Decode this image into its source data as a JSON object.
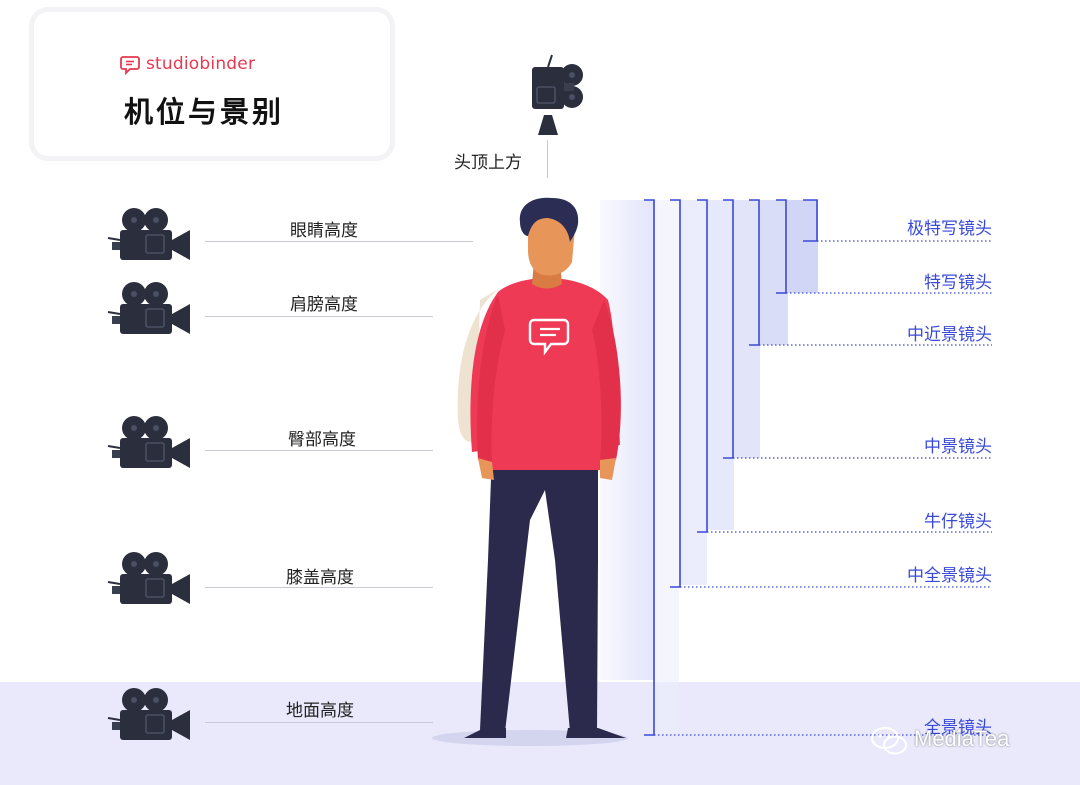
{
  "brand": {
    "name": "studiobinder",
    "color": "#e8384f"
  },
  "title": "机位与景别",
  "camera_heights": [
    {
      "label": "头顶上方",
      "icon": "overhead-camera-icon"
    },
    {
      "label": "眼睛高度",
      "icon": "movie-camera-icon"
    },
    {
      "label": "肩膀高度",
      "icon": "movie-camera-icon"
    },
    {
      "label": "臀部高度",
      "icon": "movie-camera-icon"
    },
    {
      "label": "膝盖高度",
      "icon": "movie-camera-icon"
    },
    {
      "label": "地面高度",
      "icon": "movie-camera-icon"
    }
  ],
  "shot_sizes": [
    {
      "label": "极特写镜头"
    },
    {
      "label": "特写镜头"
    },
    {
      "label": "中近景镜头"
    },
    {
      "label": "中景镜头"
    },
    {
      "label": "牛仔镜头"
    },
    {
      "label": "中全景镜头"
    },
    {
      "label": "全景镜头"
    }
  ],
  "watermark": {
    "text": "MediaTea",
    "icon": "wechat-icon"
  },
  "colors": {
    "accent": "#3a4ad8",
    "floor": "#e9e9fb",
    "shirt": "#ef3a55",
    "pants": "#2b2a4c",
    "camera": "#2b2f3d"
  }
}
